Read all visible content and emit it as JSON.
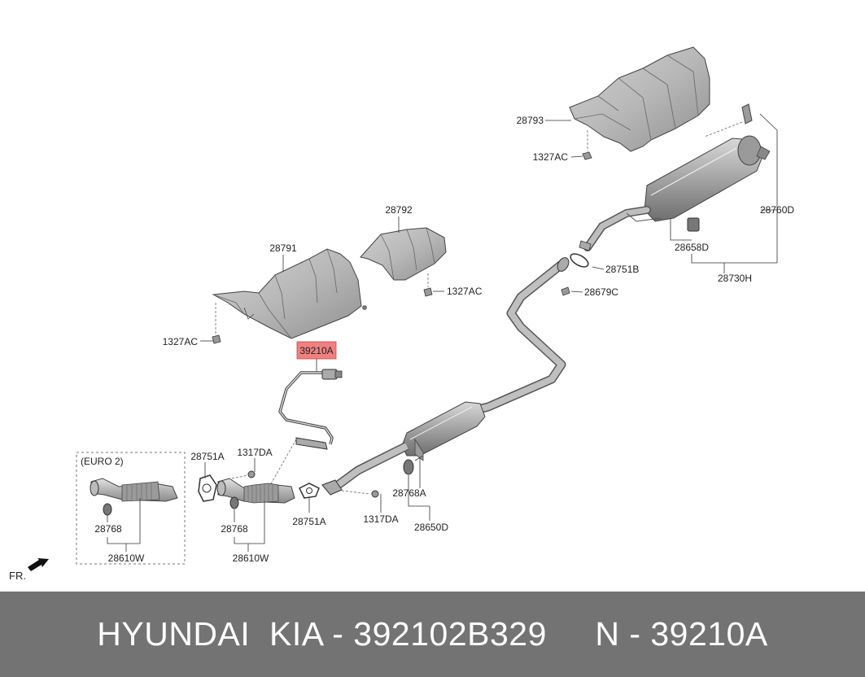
{
  "diagram": {
    "labels": {
      "p28793": "28793",
      "p1327ac_top": "1327AC",
      "p28760d": "28760D",
      "p28792": "28792",
      "p28791": "28791",
      "p1327ac_mid": "1327AC",
      "p1327ac_left": "1327AC",
      "p28751b": "28751B",
      "p28679c": "28679C",
      "p28658d": "28658D",
      "p28730h": "28730H",
      "p39210a": "39210A",
      "p28751a_top": "28751A",
      "p1317da_top": "1317DA",
      "p28751a_bot": "28751A",
      "p1317da_bot": "1317DA",
      "p28768a": "28768A",
      "p28650d": "28650D",
      "p28768_left": "28768",
      "p28610w_left": "28610W",
      "p28768_mid": "28768",
      "p28610w_mid": "28610W",
      "euro2": "(EURO 2)",
      "fr": "FR."
    },
    "highlight_color": "#f08080"
  },
  "footer": {
    "text": "HYUNDAI  KIA - 392102B329     N - 39210A"
  }
}
